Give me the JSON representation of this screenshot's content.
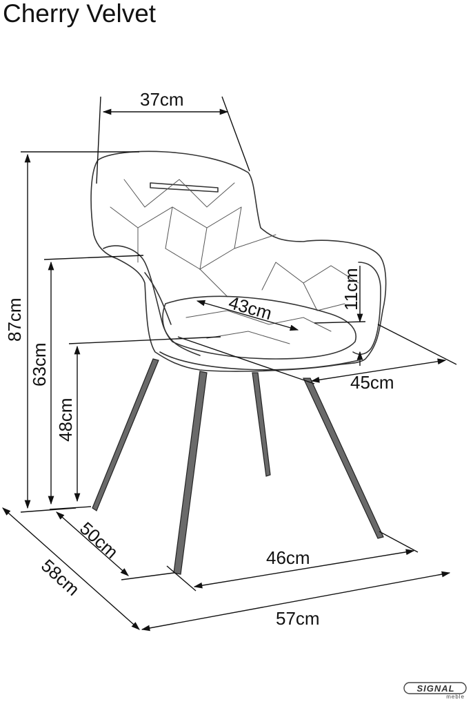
{
  "title": "Cherry Velvet",
  "dimensions": {
    "width_backrest": "37cm",
    "seat_depth": "43cm",
    "armrest_height": "11cm",
    "seat_width": "45cm",
    "total_height": "87cm",
    "armrest_floor_height": "63cm",
    "seat_height": "48cm",
    "leg_depth": "50cm",
    "leg_width": "46cm",
    "total_depth": "58cm",
    "total_width": "57cm"
  },
  "logo": {
    "name": "SIGNAL",
    "sub": "meble"
  },
  "colors": {
    "line": "#111111",
    "sketch": "#333333",
    "leg": "#6a6a6a"
  }
}
